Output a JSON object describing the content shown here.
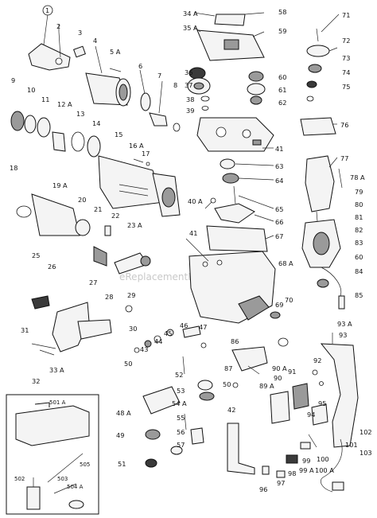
{
  "watermark": "eReplacementParts.com",
  "labels": {
    "p1": "1",
    "p2": "2",
    "p3": "3",
    "p4": "4",
    "p5a": "5 A",
    "p6": "6",
    "p7": "7",
    "p8": "8",
    "p9": "9",
    "p10": "10",
    "p11": "11",
    "p12a": "12 A",
    "p13": "13",
    "p14": "14",
    "p15": "15",
    "p16a": "16 A",
    "p17": "17",
    "p18": "18",
    "p19a": "19 A",
    "p20": "20",
    "p21": "21",
    "p22": "22",
    "p23a": "23 A",
    "p25": "25",
    "p26": "26",
    "p27": "27",
    "p28": "28",
    "p29": "29",
    "p30": "30",
    "p31": "31",
    "p32": "32",
    "p33a": "33 A",
    "p34a": "34 A",
    "p35a": "35 A",
    "p36": "36",
    "p37": "37",
    "p38": "38",
    "p39": "39",
    "p40a": "40 A",
    "p41a": "41",
    "p41b": "41",
    "p42": "42",
    "p43": "43",
    "p44": "44",
    "p45": "45",
    "p46": "46",
    "p47": "47",
    "p48a": "48 A",
    "p49": "49",
    "p50a": "50",
    "p50b": "50",
    "p51": "51",
    "p52": "52",
    "p53": "53",
    "p54a": "54 A",
    "p55": "55",
    "p56": "56",
    "p57": "57",
    "p58": "58",
    "p59": "59",
    "p60a": "60",
    "p60b": "60",
    "p61": "61",
    "p62": "62",
    "p63": "63",
    "p64": "64",
    "p65": "65",
    "p66": "66",
    "p67": "67",
    "p68a": "68 A",
    "p69": "69",
    "p70": "70",
    "p71": "71",
    "p72": "72",
    "p73": "73",
    "p74": "74",
    "p75": "75",
    "p76": "76",
    "p77": "77",
    "p78a": "78 A",
    "p79": "79",
    "p80": "80",
    "p81": "81",
    "p82": "82",
    "p83": "83",
    "p84": "84",
    "p85": "85",
    "p86": "86",
    "p87": "87",
    "p89a": "89 A",
    "p90": "90",
    "p90a": "90 A",
    "p91": "91",
    "p92": "92",
    "p93": "93",
    "p93a": "93 A",
    "p94": "94",
    "p95": "95",
    "p96": "96",
    "p97": "97",
    "p98": "98",
    "p99": "99",
    "p99a": "99 A",
    "p100": "100",
    "p100a": "100 A",
    "p101": "101",
    "p102": "102",
    "p103": "103",
    "p501a": "501 A",
    "p502": "502",
    "p503": "503",
    "p504a": "504 A",
    "p505": "505"
  },
  "colors": {
    "line": "#222222",
    "dark_part": "#3a3a3a",
    "mid_part": "#9a9a9a",
    "watermark": "#c9c9c9"
  }
}
